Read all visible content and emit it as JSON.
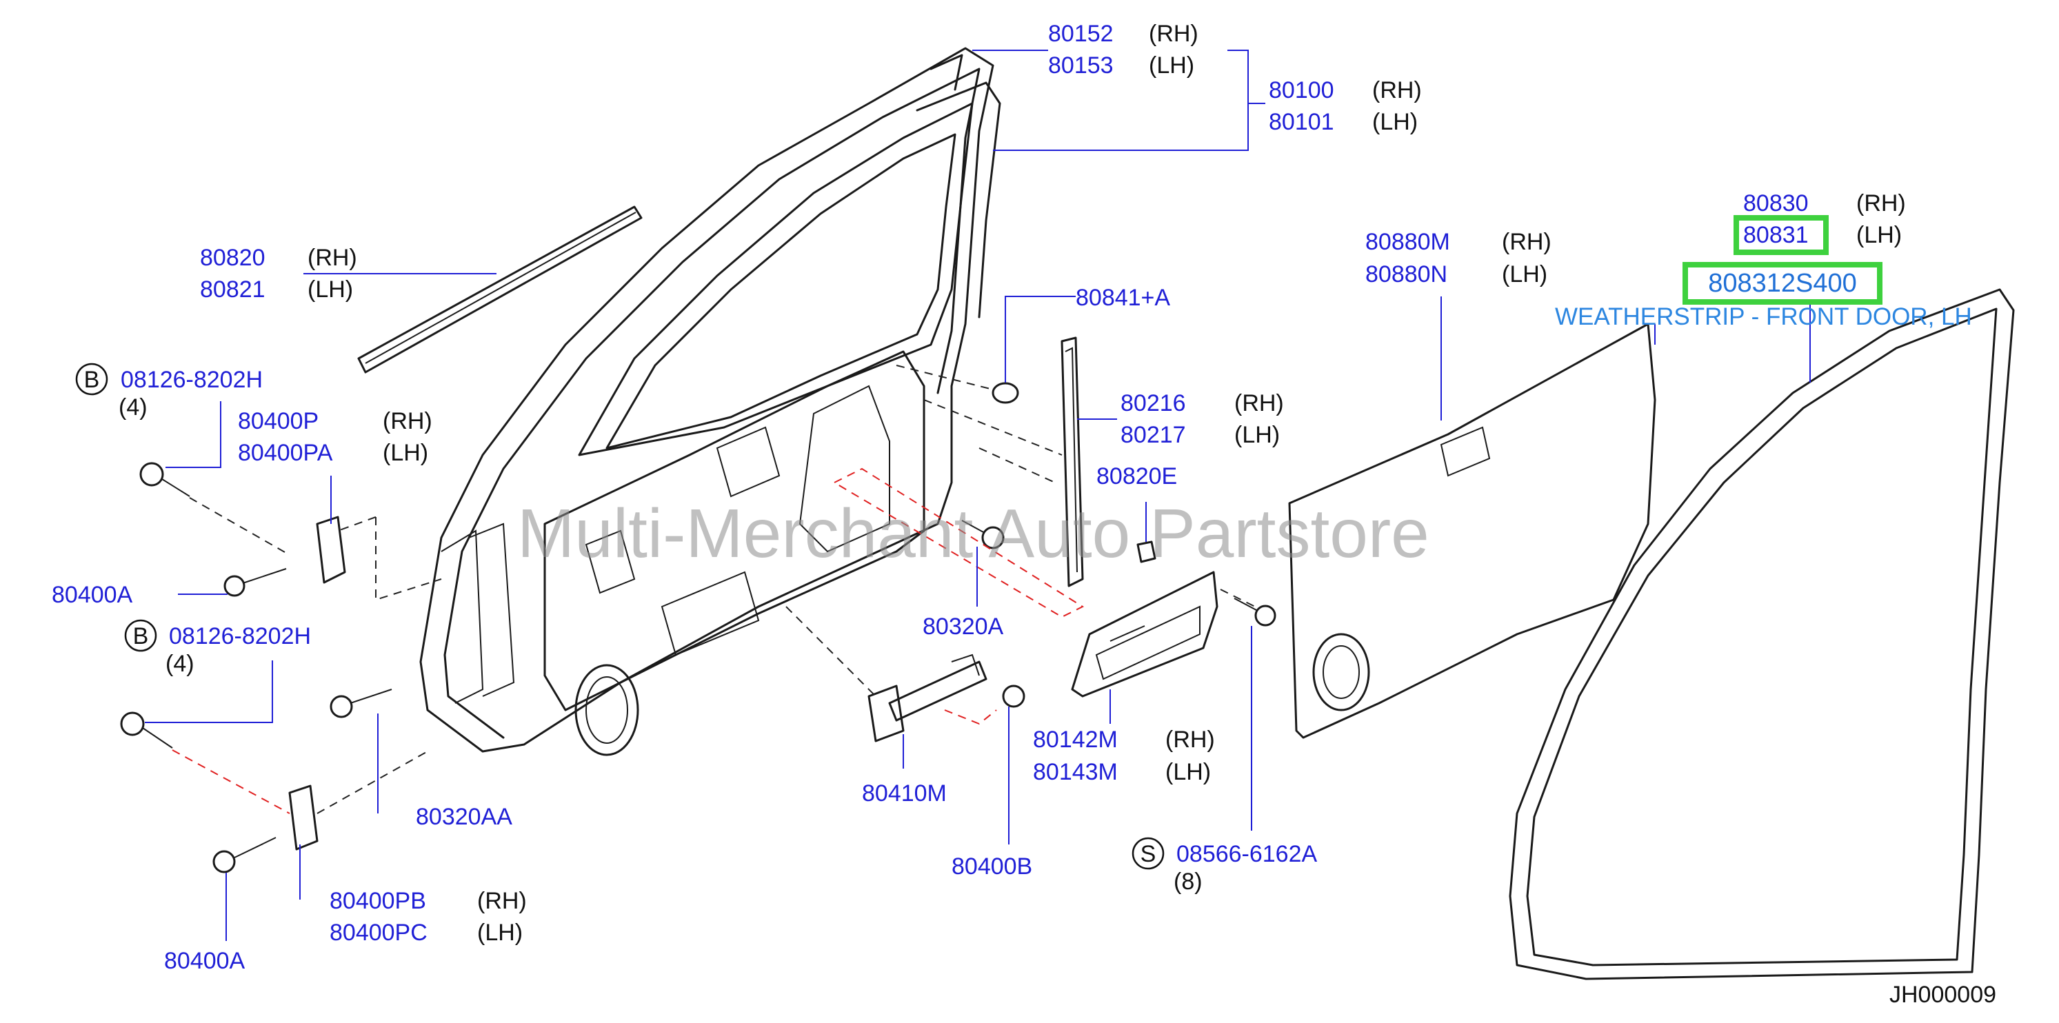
{
  "labels": {
    "p80152": "80152",
    "p80152_side": "(RH)",
    "p80153": "80153",
    "p80153_side": "(LH)",
    "p80100": "80100",
    "p80100_side": "(RH)",
    "p80101": "80101",
    "p80101_side": "(LH)",
    "p80820": "80820",
    "p80820_side": "(RH)",
    "p80821": "80821",
    "p80821_side": "(LH)",
    "p80841A": "80841+A",
    "p80216": "80216",
    "p80216_side": "(RH)",
    "p80217": "80217",
    "p80217_side": "(LH)",
    "p80820E": "80820E",
    "p80880M": "80880M",
    "p80880M_side": "(RH)",
    "p80880N": "80880N",
    "p80880N_side": "(LH)",
    "p80830": "80830",
    "p80830_side": "(RH)",
    "p80831": "80831",
    "p80831_side": "(LH)",
    "p08126a": "08126-8202H",
    "p08126a_qty": "(4)",
    "p08126b": "08126-8202H",
    "p08126b_qty": "(4)",
    "p80400P": "80400P",
    "p80400P_side": "(RH)",
    "p80400PA": "80400PA",
    "p80400PA_side": "(LH)",
    "p80400A_top": "80400A",
    "p80320A": "80320A",
    "p80320AA": "80320AA",
    "p80410M": "80410M",
    "p80142M": "80142M",
    "p80142M_side": "(RH)",
    "p80143M": "80143M",
    "p80143M_side": "(LH)",
    "p80400B": "80400B",
    "p08566": "08566-6162A",
    "p08566_qty": "(8)",
    "p80400PB": "80400PB",
    "p80400PB_side": "(RH)",
    "p80400PC": "80400PC",
    "p80400PC_side": "(LH)",
    "p80400A_bottom": "80400A"
  },
  "circle_marks": {
    "b1": "B",
    "b2": "B",
    "s1": "S"
  },
  "highlight": {
    "part_number": "808312S400",
    "description": "WEATHERSTRIP - FRONT DOOR, LH"
  },
  "watermark": "Multi-Merchant Auto Partstore",
  "diagram_code": "JH000009",
  "colors": {
    "label_blue": "#1f1fd6",
    "highlight_green": "#3ed13e",
    "highlight_text": "#1f6fd6",
    "leader_red": "#e02020"
  }
}
